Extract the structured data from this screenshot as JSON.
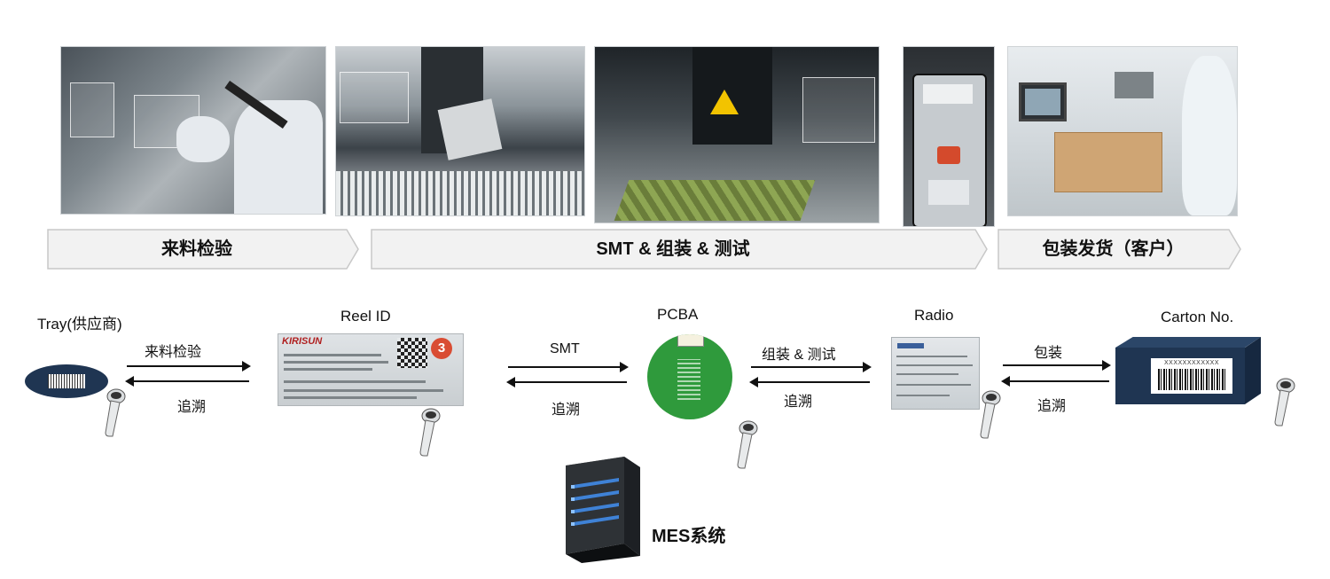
{
  "stages": [
    {
      "id": "incoming",
      "label": "来料检验"
    },
    {
      "id": "smt",
      "label": "SMT & 组装 & 测试"
    },
    {
      "id": "shipping",
      "label": "包装发货（客户）"
    }
  ],
  "nodes": [
    {
      "id": "tray",
      "label": "Tray(供应商)"
    },
    {
      "id": "reel",
      "label": "Reel ID"
    },
    {
      "id": "pcba",
      "label": "PCBA"
    },
    {
      "id": "radio",
      "label": "Radio"
    },
    {
      "id": "carton",
      "label": "Carton No."
    }
  ],
  "edges": [
    {
      "from": "tray",
      "to": "reel",
      "forward": "来料检验",
      "backward": "追溯"
    },
    {
      "from": "reel",
      "to": "pcba",
      "forward": "SMT",
      "backward": "追溯"
    },
    {
      "from": "pcba",
      "to": "radio",
      "forward": "组装 & 测试",
      "backward": "追溯"
    },
    {
      "from": "radio",
      "to": "carton",
      "forward": "包装",
      "backward": "追溯"
    }
  ],
  "reel_badge": "3",
  "carton_barcode_text": "XXXXXXXXXXXX",
  "system": {
    "label": "MES系统"
  },
  "colors": {
    "navy": "#1f3552",
    "pcb_green": "#2f9a3c",
    "banner_fill": "#f2f2f2",
    "banner_border": "#c8c8c8"
  }
}
